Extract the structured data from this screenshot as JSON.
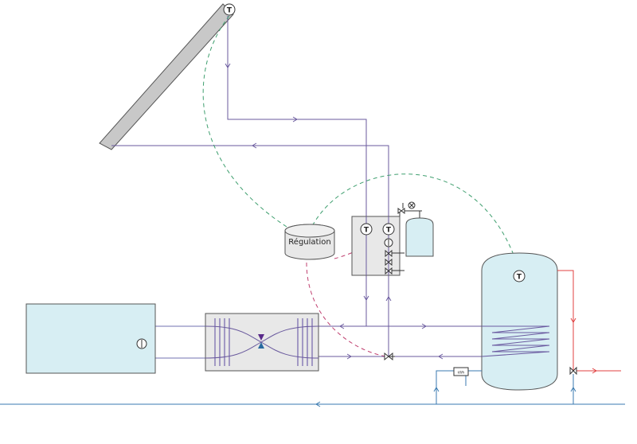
{
  "labels": {
    "regulation": "Régulation",
    "sensor": "T",
    "meter": "kWh"
  },
  "colors": {
    "pipe": "#6a5a9e",
    "pipe_feed": "#5b4aa0",
    "pipe_return": "#7070b0",
    "hot": "#e04040",
    "cold": "#3a7ab0",
    "signal_green": "#3f9f6f",
    "signal_red": "#c04070",
    "collector": "#c8c8c8",
    "box_fill": "#e8e8e8",
    "tank_fill": "#d7eef3",
    "outline": "#555555"
  },
  "icons": [
    "temperature-sensor-icon",
    "pump-icon",
    "valve-icon",
    "pressure-gauge-icon",
    "safety-valve-icon",
    "flow-arrow-icon"
  ]
}
